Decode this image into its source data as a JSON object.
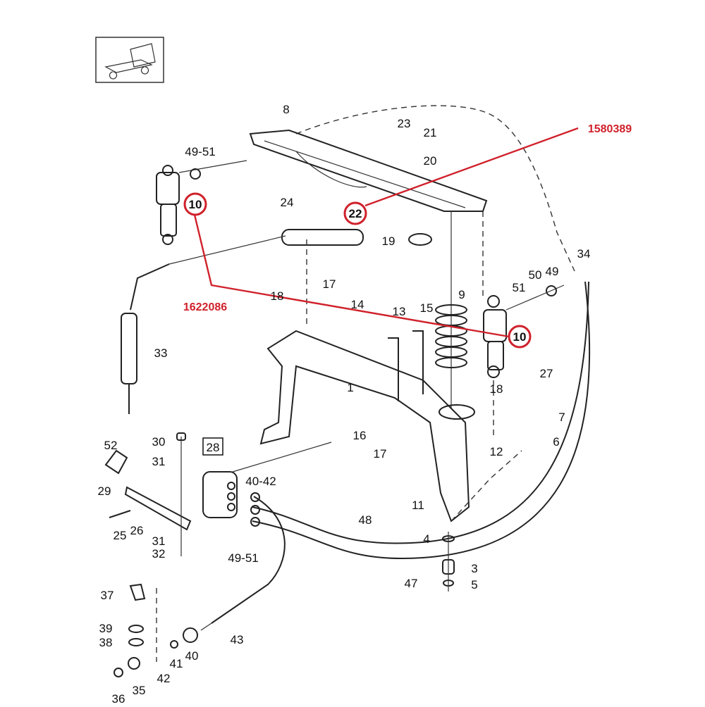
{
  "accent_color": "#d0212b",
  "part_numbers": {
    "upper": "1580389",
    "left": "1622086"
  },
  "highlighted": {
    "a": "10",
    "b": "22",
    "c": "10"
  },
  "boxed": "28",
  "callouts": {
    "c8": "8",
    "c23": "23",
    "c21": "21",
    "c20": "20",
    "c4951a": "49-51",
    "c24": "24",
    "c19": "19",
    "c34": "34",
    "c50": "50",
    "c49": "49",
    "c51": "51",
    "c9": "9",
    "c18a": "18",
    "c17a": "17",
    "c14": "14",
    "c13": "13",
    "c15": "15",
    "c33": "33",
    "c27": "27",
    "c1": "1",
    "c18b": "18",
    "c7": "7",
    "c6": "6",
    "c16": "16",
    "c17b": "17",
    "c12": "12",
    "c11": "11",
    "c52": "52",
    "c30": "30",
    "c31a": "31",
    "c4042": "40-42",
    "c29": "29",
    "c25": "25",
    "c26": "26",
    "c31b": "31",
    "c32": "32",
    "c4951b": "49-51",
    "c48": "48",
    "c4": "4",
    "c3": "3",
    "c5": "5",
    "c47": "47",
    "c37": "37",
    "c43": "43",
    "c39": "39",
    "c38": "38",
    "c40": "40",
    "c41": "41",
    "c42": "42",
    "c35": "35",
    "c36": "36"
  }
}
